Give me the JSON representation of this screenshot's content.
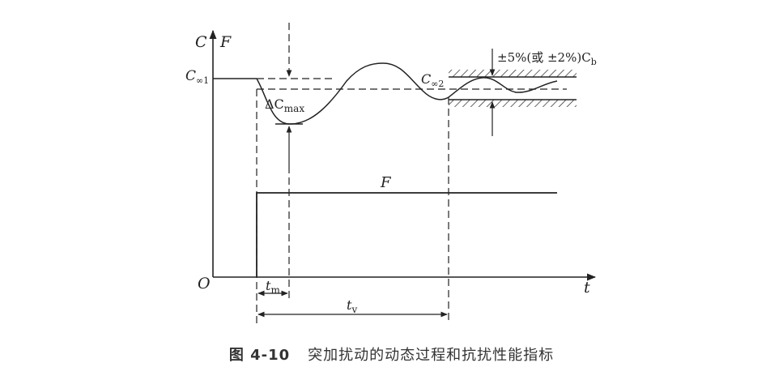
{
  "axes": {
    "y_label_c": "C",
    "y_label_f": "F",
    "x_label": "t",
    "origin_label": "O"
  },
  "labels": {
    "c_inf1_main": "C",
    "c_inf1_sub": "∞1",
    "c_inf2_main": "C",
    "c_inf2_sub": "∞2",
    "delta_c_main": "ΔC",
    "delta_c_sub": "max",
    "tolerance": "±5%(或 ±2%)C",
    "tolerance_sub": "b",
    "f_curve": "F",
    "tm_main": "t",
    "tm_sub": "m",
    "tv_main": "t",
    "tv_sub": "v"
  },
  "caption": {
    "number": "图 4-10",
    "text": "突加扰动的动态过程和抗扰性能指标"
  }
}
